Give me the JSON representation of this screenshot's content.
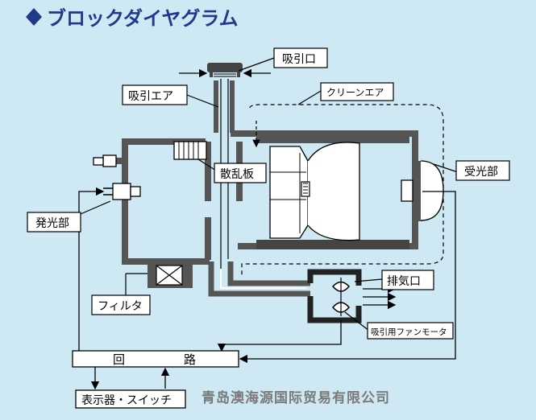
{
  "title": "ブロックダイヤグラム",
  "colors": {
    "background": "#cfe9f4",
    "title": "#1f3a8a",
    "housing": "#555555",
    "watermark": "#7a7a7a"
  },
  "labels": {
    "intake_port": "吸引口",
    "intake_air": "吸引エア",
    "clean_air": "クリーンエア",
    "scattering_plate": "散乱板",
    "receiver": "受光部",
    "emitter": "発光部",
    "exhaust_port": "排気口",
    "filter": "フィルタ",
    "suction_fan_motor": "吸引用ファンモータ",
    "circuit_left": "回",
    "circuit_right": "路",
    "display_switch": "表示器・スイッチ"
  },
  "watermark": "青岛澳海源国际贸易有限公司"
}
